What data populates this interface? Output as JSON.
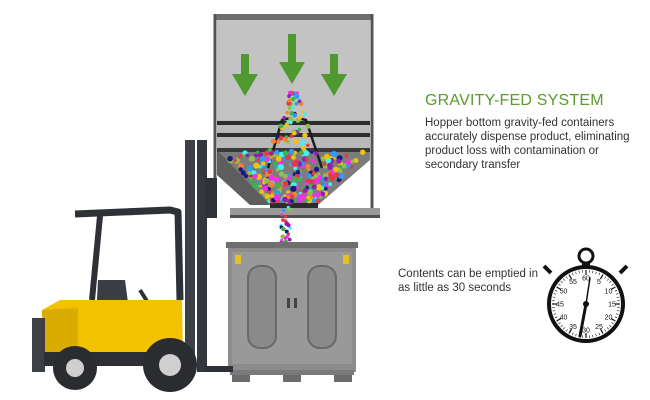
{
  "heading": "GRAVITY-FED SYSTEM",
  "description": "Hopper bottom gravity-fed containers accurately dispense product, eliminating product loss with contamination or secondary transfer",
  "stopwatch_caption": "Contents can be emptied in as little as 30 seconds",
  "stopwatch_numbers": [
    "60",
    "5",
    "10",
    "15",
    "20",
    "25",
    "30",
    "35",
    "40",
    "45",
    "50",
    "55"
  ],
  "colors": {
    "heading_green": "#5b9a2d",
    "arrow_green": "#4e9a2f",
    "forklift_yellow": "#f2c200",
    "forklift_dark": "#3d4046",
    "hopper_gray": "#b8b8b8",
    "bin_gray": "#8e8e8e"
  },
  "icons": [
    "down-arrow-icon",
    "stopwatch-icon",
    "forklift-icon"
  ]
}
